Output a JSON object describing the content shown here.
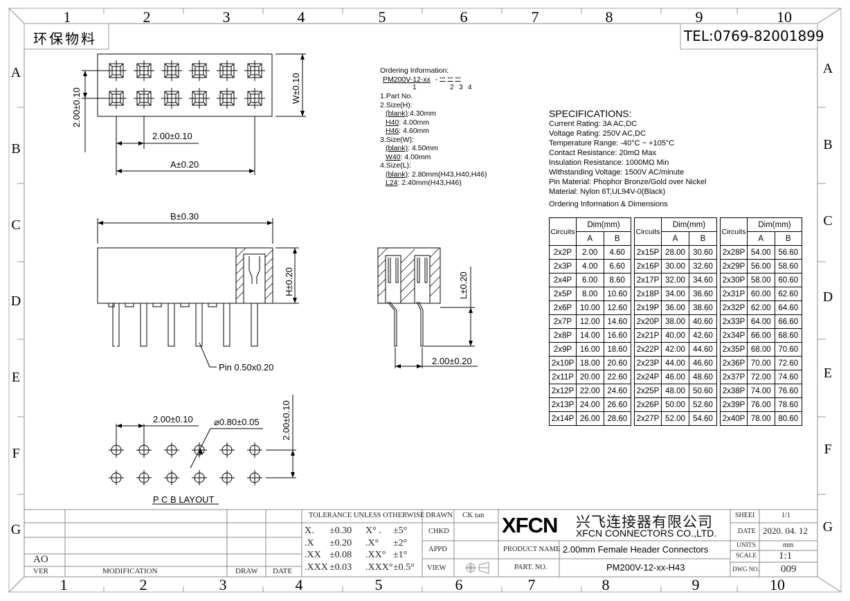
{
  "sheet": {
    "zone_columns": [
      "1",
      "2",
      "3",
      "4",
      "5",
      "6",
      "7",
      "8",
      "9",
      "10"
    ],
    "zone_rows": [
      "A",
      "B",
      "C",
      "D",
      "E",
      "F",
      "G"
    ],
    "stamp": "环保物料",
    "tel": "TEL:0769-82001899"
  },
  "top_view": {
    "pitch_v": "2.00±0.10",
    "pitch_h": "2.00±0.10",
    "dim_a": "A±0.20",
    "dim_w": "W±0.10",
    "rows": 2,
    "cols": 6
  },
  "front_view": {
    "dim_b": "B±0.30",
    "dim_h": "H±0.20",
    "pin_label": "Pin 0.50x0.20"
  },
  "side_view": {
    "dim_l": "L±0.20",
    "dim_pitch": "2.00±0.20"
  },
  "pcb_layout": {
    "title": "P C B LAYOUT",
    "pitch_h": "2.00±0.10",
    "hole": "⌀0.80±0.05",
    "pitch_v": "2.00±0.10"
  },
  "ordering_info": {
    "title": "Ordering Information:",
    "part_pattern": "PM200V-12-xx",
    "suffix_sep": "-",
    "suffix_fields": [
      "***",
      "***",
      "***"
    ],
    "field_numbers": [
      "1",
      "2",
      "3",
      "4"
    ],
    "lines": [
      {
        "text": "1.Part No."
      },
      {
        "text": "2.Size(H):"
      },
      {
        "key": "(blank)",
        "val": ":4.30mm"
      },
      {
        "key": "H40",
        "val": ": 4.00mm"
      },
      {
        "key": "H46",
        "val": ": 4.60mm"
      },
      {
        "text": "3.Size(W):"
      },
      {
        "key": "(blank)",
        "val": ": 4.50mm"
      },
      {
        "key": "W40",
        "val": ": 4.00mm"
      },
      {
        "text": "4.Size(L):"
      },
      {
        "key": "(blank)",
        "val": ": 2.80mm(H43,H40,H46)"
      },
      {
        "key": "L24",
        "val": ": 2.40mm(H43,H46)"
      }
    ]
  },
  "specifications": {
    "title": "SPECIFICATIONS:",
    "items": [
      "Current Rating: 3A AC,DC",
      "Voltage Rating: 250V AC,DC",
      "Temperature Range: -40°C ~ +105°C",
      "Contact Resistance: 20mΩ Max",
      "Insulation Resistance: 1000MΩ Min",
      "Withstanding Voltage: 1500V AC/minute",
      "Pin Material: Phophor Bronze/Gold over Nickel",
      "Material: Nylon 6T,UL94V-0(Black)"
    ],
    "table_title": "Ordering Information & Dimensions"
  },
  "dimension_table": {
    "headers": {
      "circuits": "Circuits",
      "dim": "Dim(mm)",
      "a": "A",
      "b": "B"
    },
    "groups": [
      [
        [
          "2x2P",
          "2.00",
          "4.60"
        ],
        [
          "2x3P",
          "4.00",
          "6.60"
        ],
        [
          "2x4P",
          "6.00",
          "8.60"
        ],
        [
          "2x5P",
          "8.00",
          "10.60"
        ],
        [
          "2x6P",
          "10.00",
          "12.60"
        ],
        [
          "2x7P",
          "12.00",
          "14.60"
        ],
        [
          "2x8P",
          "14.00",
          "16.60"
        ],
        [
          "2x9P",
          "16.00",
          "18.60"
        ],
        [
          "2x10P",
          "18.00",
          "20.60"
        ],
        [
          "2x11P",
          "20.00",
          "22.60"
        ],
        [
          "2x12P",
          "22.00",
          "24.60"
        ],
        [
          "2x13P",
          "24.00",
          "26.60"
        ],
        [
          "2x14P",
          "26.00",
          "28.60"
        ]
      ],
      [
        [
          "2x15P",
          "28.00",
          "30.60"
        ],
        [
          "2x16P",
          "30.00",
          "32.60"
        ],
        [
          "2x17P",
          "32.00",
          "34.60"
        ],
        [
          "2x18P",
          "34.00",
          "36.60"
        ],
        [
          "2x19P",
          "36.00",
          "38.60"
        ],
        [
          "2x20P",
          "38.00",
          "40.60"
        ],
        [
          "2x21P",
          "40.00",
          "42.60"
        ],
        [
          "2x22P",
          "42.00",
          "44.60"
        ],
        [
          "2x23P",
          "44.00",
          "46.60"
        ],
        [
          "2x24P",
          "46.00",
          "48.60"
        ],
        [
          "2x25P",
          "48.00",
          "50.60"
        ],
        [
          "2x26P",
          "50.00",
          "52.60"
        ],
        [
          "2x27P",
          "52.00",
          "54.60"
        ]
      ],
      [
        [
          "2x28P",
          "54.00",
          "56.60"
        ],
        [
          "2x29P",
          "56.00",
          "58.60"
        ],
        [
          "2x30P",
          "58.00",
          "60.60"
        ],
        [
          "2x31P",
          "60.00",
          "62.60"
        ],
        [
          "2x32P",
          "62.00",
          "64.60"
        ],
        [
          "2x33P",
          "64.00",
          "66.60"
        ],
        [
          "2x34P",
          "66.00",
          "68.60"
        ],
        [
          "2x35P",
          "68.00",
          "70.60"
        ],
        [
          "2x36P",
          "70.00",
          "72.60"
        ],
        [
          "2x37P",
          "72.00",
          "74.60"
        ],
        [
          "2x38P",
          "74.00",
          "76.60"
        ],
        [
          "2x39P",
          "76.00",
          "78.60"
        ],
        [
          "2x40P",
          "78.00",
          "80.60"
        ]
      ]
    ]
  },
  "revision_block": {
    "ver_value": "AO",
    "ver": "VER",
    "modification": "MODIFICATION",
    "draw": "DRAW",
    "date": "DATE"
  },
  "tolerance_block": {
    "title": "TOLERANCE UNLESS OTHERWISE",
    "rows": [
      [
        "X.",
        "±0.30",
        "X° .",
        "±5°"
      ],
      [
        ".X",
        "±0.20",
        ".X°",
        "±2°"
      ],
      [
        ".XX",
        "±0.08",
        ".XX°",
        "±1°"
      ],
      [
        ".XXX",
        "±0.03",
        ".XXX°",
        "±0.5°"
      ]
    ]
  },
  "approval_block": {
    "drawn": "DRAWN",
    "drawn_by": "CK tan",
    "chkd": "CHKD",
    "appd": "APPD",
    "view": "VIEW"
  },
  "title_block": {
    "logo": "XFCN",
    "company_cn": "兴飞连接器有限公司",
    "company_en": "XFCN CONNECTORS CO.,LTD.",
    "product_name_label": "PRODUCT NAME",
    "product_name": "2.00mm Female Header Connectors",
    "part_no_label": "PART. NO.",
    "part_no": "PM200V-12-xx-H43",
    "sheet_label": "SHEEI",
    "sheet": "1/1",
    "date_label": "DATE",
    "date": "2020. 04. 12",
    "units_label": "UNITS",
    "units": "mm",
    "scale_label": "SCALE",
    "scale": "1:1",
    "dwg_label": "DWG NO.",
    "dwg": "009"
  }
}
